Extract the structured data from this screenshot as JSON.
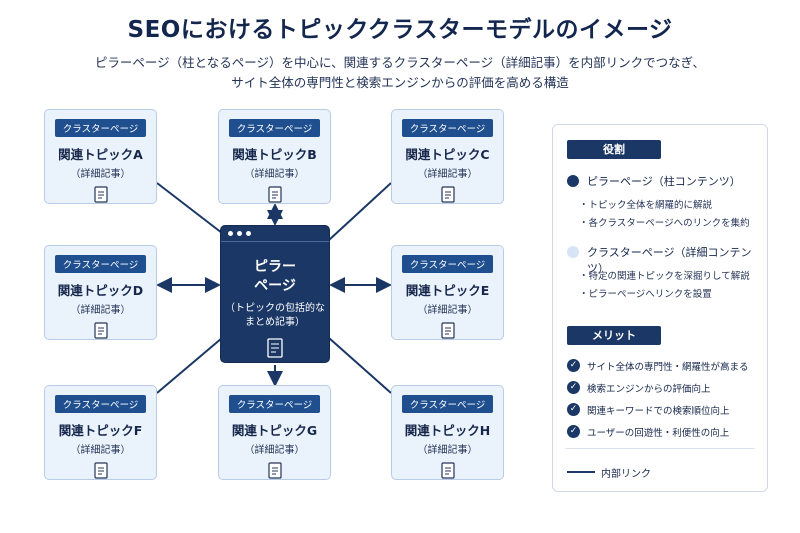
{
  "title": "SEOにおけるトピッククラスターモデルのイメージ",
  "subtitle_line1": "ピラーページ（柱となるページ）を中心に、関連するクラスターページ（詳細記事）を内部リンクでつなぎ、",
  "subtitle_line2": "サイト全体の専門性と検索エンジンからの評価を高める構造",
  "pillar": {
    "title_line1": "ピラー",
    "title_line2": "ページ",
    "desc_line1": "（トピックの包括的な",
    "desc_line2": "まとめ記事）"
  },
  "clusters": [
    {
      "tag": "クラスターページ",
      "topic": "関連トピックA",
      "detail": "（詳細記事）"
    },
    {
      "tag": "クラスターページ",
      "topic": "関連トピックB",
      "detail": "（詳細記事）"
    },
    {
      "tag": "クラスターページ",
      "topic": "関連トピックC",
      "detail": "（詳細記事）"
    },
    {
      "tag": "クラスターページ",
      "topic": "関連トピックD",
      "detail": "（詳細記事）"
    },
    {
      "tag": "クラスターページ",
      "topic": "関連トピックE",
      "detail": "（詳細記事）"
    },
    {
      "tag": "クラスターページ",
      "topic": "関連トピックF",
      "detail": "（詳細記事）"
    },
    {
      "tag": "クラスターページ",
      "topic": "関連トピックG",
      "detail": "（詳細記事）"
    },
    {
      "tag": "クラスターページ",
      "topic": "関連トピックH",
      "detail": "（詳細記事）"
    }
  ],
  "panel": {
    "roles_heading": "役割",
    "pillar_role": "ピラーページ（柱コンテンツ）",
    "pillar_bullets": [
      "・トピック全体を網羅的に解説",
      "・各クラスターページへのリンクを集約"
    ],
    "cluster_role": "クラスターページ（詳細コンテンツ）",
    "cluster_bullets": [
      "・特定の関連トピックを深掘りして解説",
      "・ピラーページへリンクを設置"
    ],
    "merits_heading": "メリット",
    "merits": [
      "サイト全体の専門性・網羅性が高まる",
      "検索エンジンからの評価向上",
      "関連キーワードでの検索順位向上",
      "ユーザーの回遊性・利便性の向上"
    ],
    "legend": "内部リンク"
  },
  "colors": {
    "navy": "#1b3765",
    "card_bg": "#eaf2fb",
    "tag_blue": "#1f4f8f",
    "light_circle": "#d6e4f5"
  }
}
